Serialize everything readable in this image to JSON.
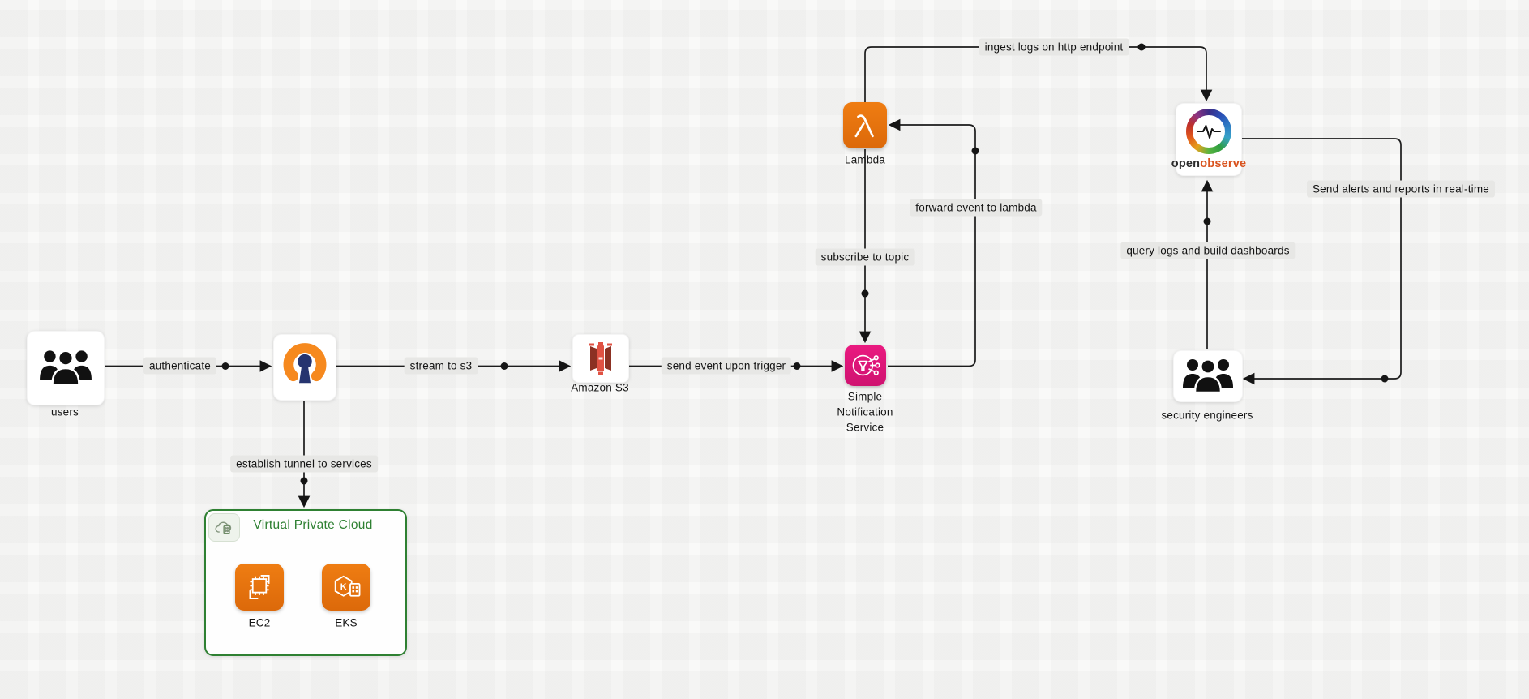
{
  "colors": {
    "canvas-bg": "#f9f9f8",
    "line": "#1b1b1b",
    "text": "#141414",
    "pill-bg": "#e7e7e5",
    "aws-orange": "#ED7100",
    "sns-pink": "#E7157B",
    "s3-red": "#E05243",
    "s3-red-dark": "#8C3123",
    "openvpn-orange": "#F6891E",
    "openvpn-navy": "#26346F",
    "vpc-green": "#2E8032",
    "oo-open": "#2b2b2b",
    "oo-observe": "#D9531E"
  },
  "nodes": {
    "users": {
      "label": "users",
      "icon": "user-group-silhouette"
    },
    "openvpn": {
      "icon": "openvpn-keyhole-ring"
    },
    "s3": {
      "label": "Amazon S3",
      "icon": "amazon-s3-bucket"
    },
    "sns": {
      "lines": [
        "Simple",
        "Notification",
        "Service"
      ],
      "icon": "sns-pub-sub"
    },
    "lambda": {
      "label": "Lambda",
      "icon": "aws-lambda"
    },
    "openobserve": {
      "wordmark": {
        "open": "open",
        "observe": "observe"
      },
      "icon": "openobserve-ring-heartbeat"
    },
    "security_engineers": {
      "label": "security engineers",
      "icon": "user-group-silhouette"
    },
    "vpc": {
      "title": "Virtual Private Cloud",
      "icon": "private-cloud",
      "ec2_label": "EC2",
      "eks_label": "EKS"
    }
  },
  "edges": [
    {
      "id": "users-to-openvpn",
      "label": "authenticate"
    },
    {
      "id": "openvpn-to-s3",
      "label": "stream to s3"
    },
    {
      "id": "s3-to-sns",
      "label": "send event upon trigger"
    },
    {
      "id": "lambda-to-sns",
      "label": "subscribe to topic"
    },
    {
      "id": "sns-to-lambda",
      "label": "forward event to lambda"
    },
    {
      "id": "lambda-to-openobserve",
      "label": "ingest logs on http endpoint"
    },
    {
      "id": "security-to-openobserve",
      "label": "query logs and build dashboards"
    },
    {
      "id": "openobserve-to-security",
      "label": "Send alerts and reports in real-time"
    },
    {
      "id": "openvpn-to-vpc",
      "label": "establish tunnel to services"
    }
  ]
}
